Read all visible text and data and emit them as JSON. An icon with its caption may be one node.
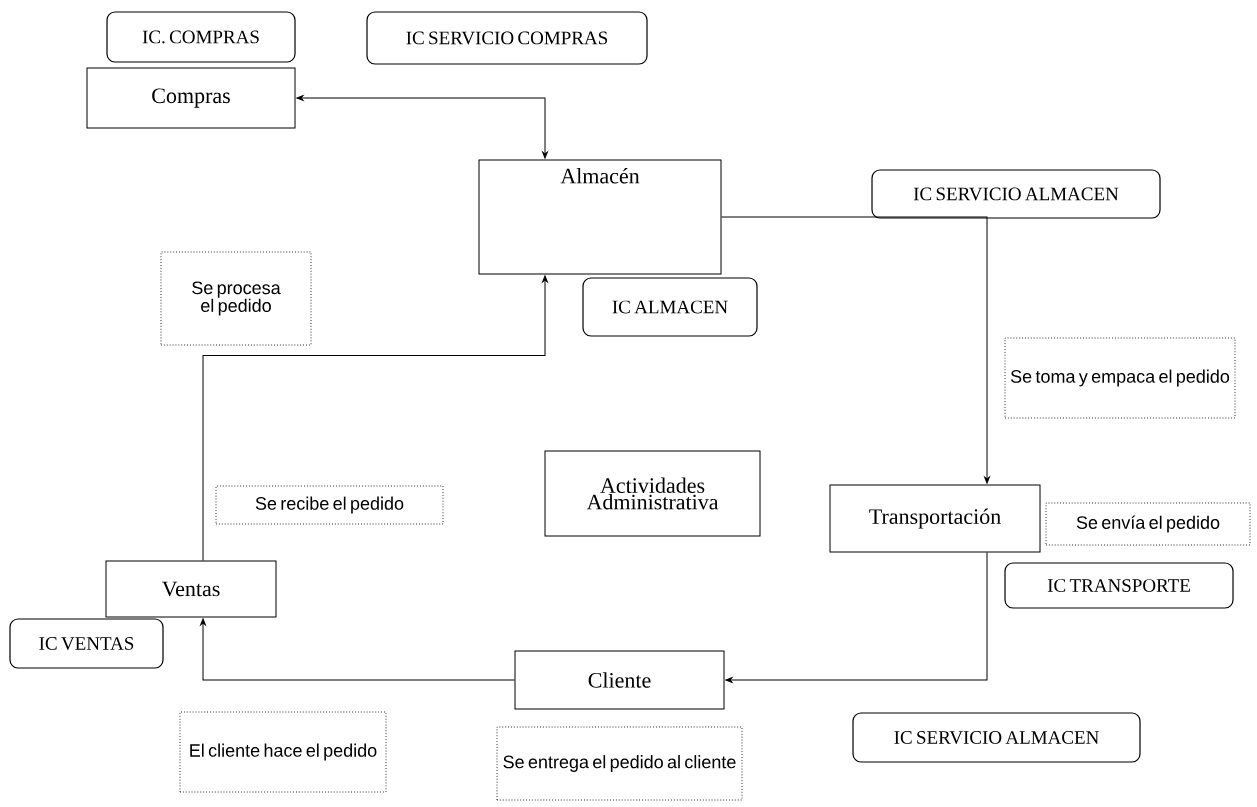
{
  "diagram": {
    "nodes": [
      {
        "text": [
          "IC. COMPRAS"
        ]
      },
      {
        "text": [
          "IC SERVICIO COMPRAS"
        ]
      },
      {
        "text": [
          "Compras"
        ]
      },
      {
        "text": [
          "Almacén"
        ]
      },
      {
        "text": [
          "IC SERVICIO ALMACEN"
        ]
      },
      {
        "text": [
          "Se procesa el pedido"
        ]
      },
      {
        "text": [
          "IC ALMACEN"
        ]
      },
      {
        "text": [
          "Se toma y empaca el pedido"
        ]
      },
      {
        "text": [
          "Actividades Administrativa"
        ]
      },
      {
        "text": [
          "Se recibe el pedido"
        ]
      },
      {
        "text": [
          "Transportación"
        ]
      },
      {
        "text": [
          "Se envía el pedido"
        ]
      },
      {
        "text": [
          "Ventas"
        ]
      },
      {
        "text": [
          "IC TRANSPORTE"
        ]
      },
      {
        "text": [
          "IC VENTAS"
        ]
      },
      {
        "text": [
          "Cliente"
        ]
      },
      {
        "text": [
          "El cliente hace el pedido"
        ]
      },
      {
        "text": [
          "Se entrega el pedido al cliente"
        ]
      },
      {
        "text": [
          "IC SERVICIO ALMACEN"
        ]
      }
    ],
    "edges": [
      {
        "from": 2,
        "to": 3,
        "arrow": "both"
      },
      {
        "from": 3,
        "to": 10,
        "arrow": "to"
      },
      {
        "from": 10,
        "to": 15,
        "arrow": "to"
      },
      {
        "from": 15,
        "to": 12,
        "arrow": "to"
      },
      {
        "from": 12,
        "to": 3,
        "arrow": "to"
      }
    ]
  }
}
